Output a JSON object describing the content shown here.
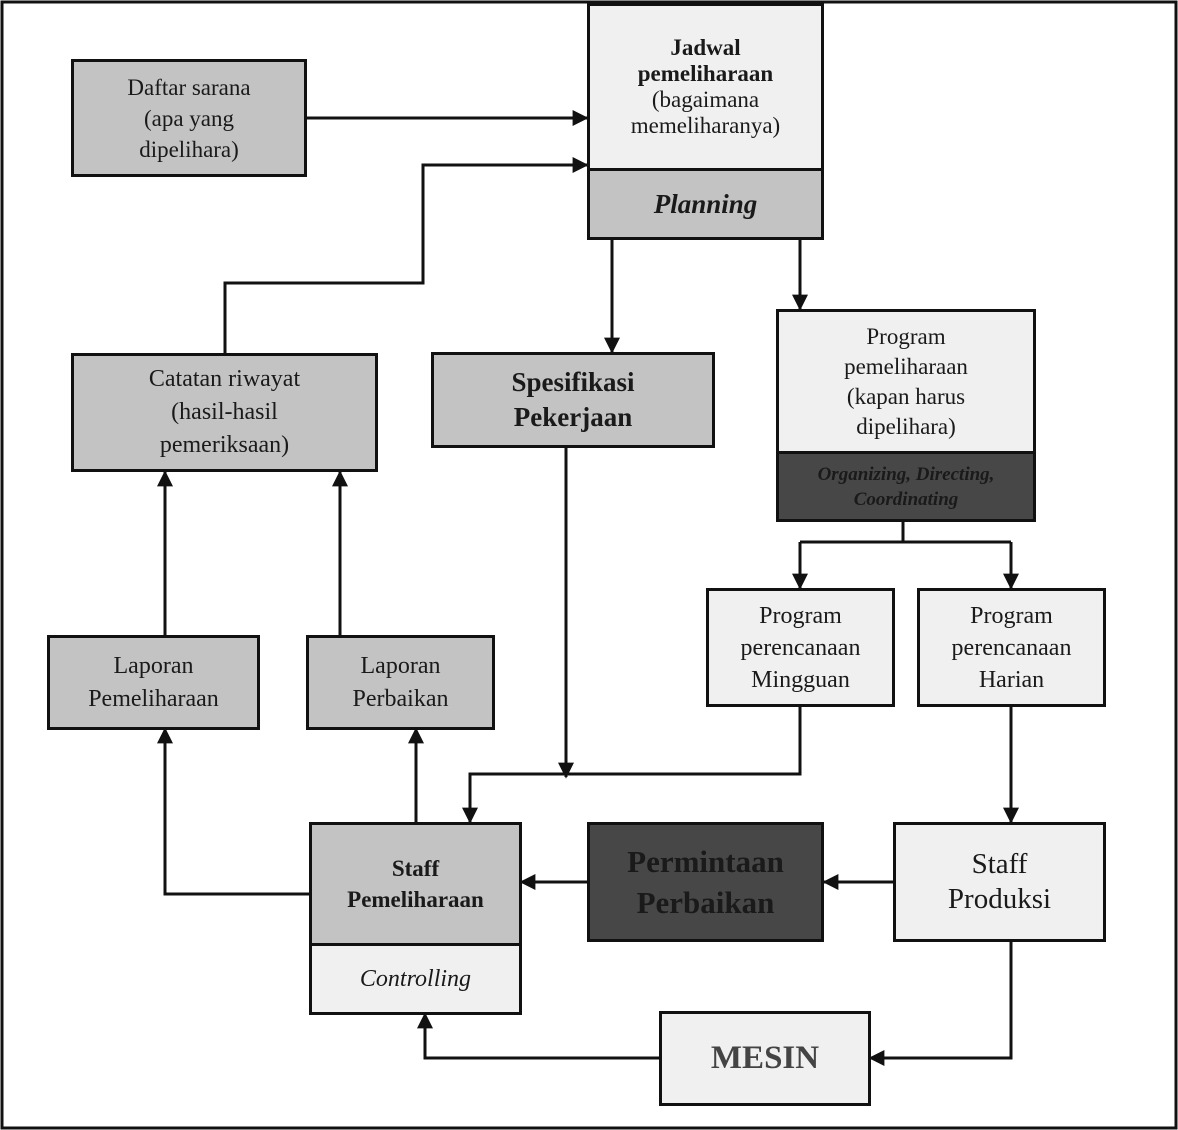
{
  "jadwal": {
    "title_1": "Jadwal",
    "title_2": "pemeliharaan",
    "sub_1": "(bagaimana",
    "sub_2": "memeliharanya)",
    "footer": "Planning"
  },
  "daftar": {
    "line_1": "Daftar sarana",
    "line_2": "(apa yang",
    "line_3": "dipelihara)"
  },
  "catatan": {
    "line_1": "Catatan riwayat",
    "line_2": "(hasil-hasil",
    "line_3": "pemeriksaan)"
  },
  "spesifikasi": {
    "line_1": "Spesifikasi",
    "line_2": "Pekerjaan"
  },
  "program": {
    "line_1": "Program",
    "line_2": "pemeliharaan",
    "line_3": "(kapan harus",
    "line_4": "dipelihara)",
    "footer_1": "Organizing, Directing,",
    "footer_2": "Coordinating"
  },
  "mingguan": {
    "line_1": "Program",
    "line_2": "perencanaan",
    "line_3": "Mingguan"
  },
  "harian": {
    "line_1": "Program",
    "line_2": "perencanaan",
    "line_3": "Harian"
  },
  "lap_pemeliharaan": {
    "line_1": "Laporan",
    "line_2": "Pemeliharaan"
  },
  "lap_perbaikan": {
    "line_1": "Laporan",
    "line_2": "Perbaikan"
  },
  "staff_pem": {
    "line_1": "Staff",
    "line_2": "Pemeliharaan",
    "footer": "Controlling"
  },
  "permintaan": {
    "line_1": "Permintaan",
    "line_2": "Perbaikan"
  },
  "staff_prod": {
    "line_1": "Staff",
    "line_2": "Produksi"
  },
  "mesin": {
    "label": "MESIN"
  },
  "colors": {
    "box_gray": "#c3c3c3",
    "box_light": "#f0f0f0",
    "box_dark": "#474747",
    "line": "#111111"
  }
}
